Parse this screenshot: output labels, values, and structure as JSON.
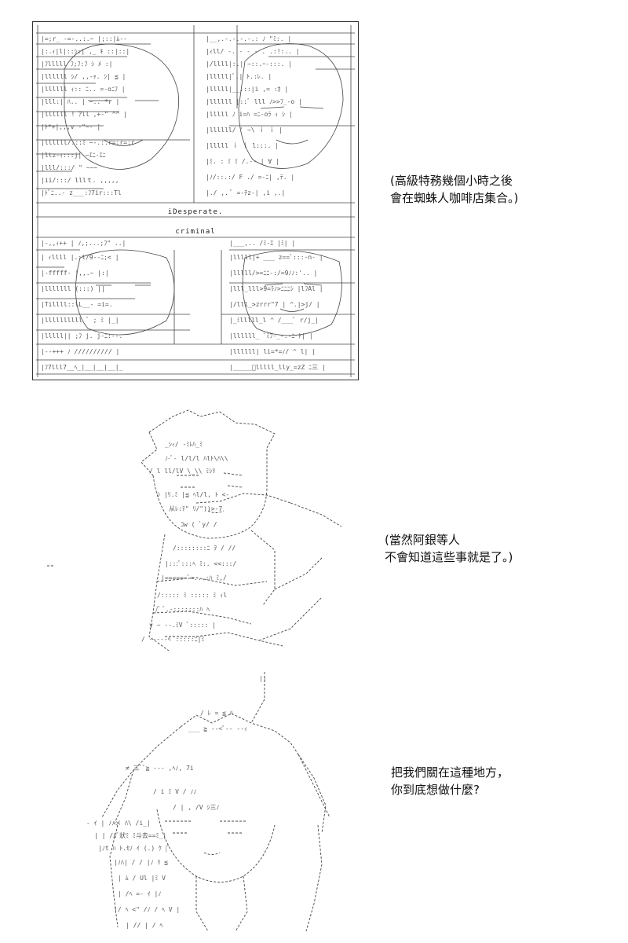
{
  "panels": [
    {
      "art_text": [
        "iDesperate.",
        "criminal"
      ],
      "caption": [
        "(高級特務幾個小時之後",
        "會在蜘蛛人咖啡店集合。)"
      ]
    },
    {
      "caption": [
        "(當然阿銀等人",
        "不會知道這些事就是了。)"
      ]
    },
    {
      "caption": [
        "把我們關在這種地方，",
        "你到底想做什麼?"
      ]
    }
  ]
}
